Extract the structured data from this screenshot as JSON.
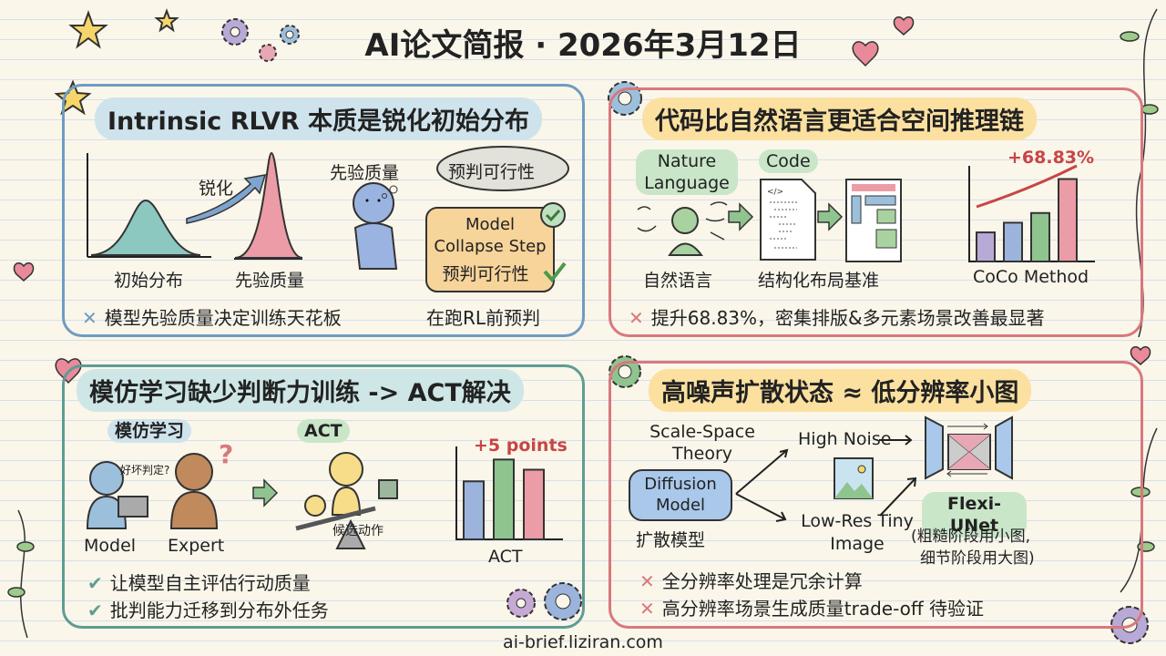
{
  "header": {
    "title": "AI论文简报 · 2026年3月12日"
  },
  "footer": {
    "site": "ai-brief.liziran.com"
  },
  "colors": {
    "blue": "#6f9cc0",
    "red": "#d9787d",
    "teal": "#5f9c93",
    "yellow_pill": "#fbe0a0",
    "blue_pill": "#cfe3ec",
    "green_tag": "#c9e6c9",
    "accent_red": "#c84545"
  },
  "panels": [
    {
      "title": "Intrinsic RLVR 本质是锐化初始分布",
      "labels": {
        "initial": "初始分布",
        "sharpen": "锐化",
        "prior": "先验质量",
        "thinker": "先验质量",
        "thought": "预判可行性",
        "box_line1": "Model",
        "box_line2": "Collapse Step",
        "box_line3": "预判可行性",
        "note": "在跑RL前预判"
      },
      "bullets": [
        {
          "icon": "cross-icon",
          "text": "模型先验质量决定训练天花板"
        }
      ]
    },
    {
      "title": "代码比自然语言更适合空间推理链",
      "labels": {
        "nl_tag": "Nature Language",
        "code_tag": "Code",
        "nl_caption": "自然语言",
        "layout_caption": "结构化布局基准",
        "chart_caption": "CoCo Method",
        "gain": "+68.83%",
        "code_snippet": "</>"
      },
      "chart": {
        "values": [
          3,
          4,
          5,
          8.5
        ]
      },
      "bullets": [
        {
          "icon": "cross-icon",
          "text": "提升68.83%，密集排版&多元素场景改善最显著"
        }
      ]
    },
    {
      "title": "模仿学习缺少判断力训练 -> ACT解决",
      "labels": {
        "imitation_tag": "模仿学习",
        "act_tag": "ACT",
        "speech": "好坏判定?",
        "model": "Model",
        "expert": "Expert",
        "candidate": "候选动作",
        "gain": "+5 points",
        "chart_caption": "ACT"
      },
      "chart": {
        "values": [
          4,
          5.5,
          4.8
        ]
      },
      "bullets": [
        {
          "icon": "check-icon",
          "text": "让模型自主评估行动质量"
        },
        {
          "icon": "check-icon",
          "text": "批判能力迁移到分布外任务"
        }
      ]
    },
    {
      "title": "高噪声扩散状态 ≈ 低分辨率小图",
      "labels": {
        "theory": "Scale-Space Theory",
        "diffusion": "Diffusion Model",
        "diffusion_cn": "扩散模型",
        "high_noise": "High Noise",
        "low_res": "Low-Res Tiny Image",
        "unet": "Flexi-UNet",
        "unet_note1": "(粗糙阶段用小图,",
        "unet_note2": "细节阶段用大图)"
      },
      "bullets": [
        {
          "icon": "cross-icon",
          "text": "全分辨率处理是冗余计算"
        },
        {
          "icon": "cross-icon",
          "text": "高分辨率场景生成质量trade-off 待验证"
        }
      ]
    }
  ]
}
